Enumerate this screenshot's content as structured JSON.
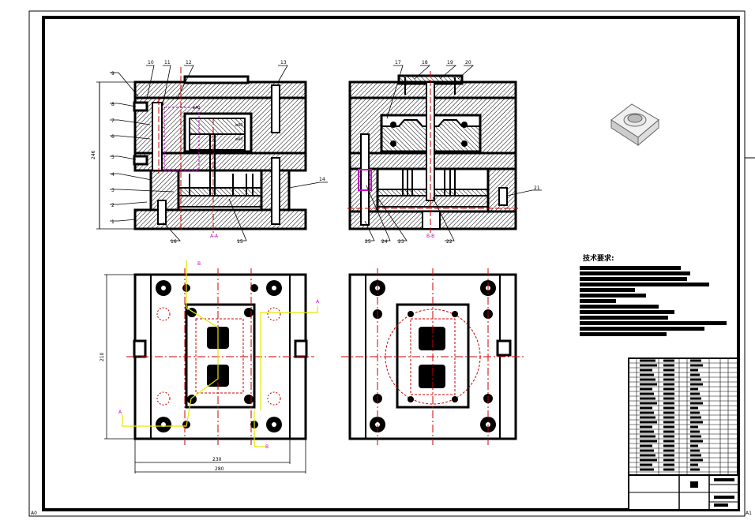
{
  "sheet": {
    "corner_label": "A0",
    "corner_label_right": "A1"
  },
  "top_left_view": {
    "part_numbers": [
      "1",
      "2",
      "3",
      "4",
      "5",
      "6",
      "7",
      "8",
      "9",
      "10",
      "11",
      "12",
      "13",
      "14",
      "15",
      "16"
    ],
    "section_label": "A-A",
    "height_dim": "246",
    "hatch_labels": [
      "ø40",
      "ø40",
      "ø40"
    ]
  },
  "top_right_view": {
    "part_numbers": [
      "17",
      "18",
      "19",
      "20",
      "21",
      "22",
      "23",
      "24",
      "25"
    ],
    "section_label": "B-B"
  },
  "plan_view": {
    "width_dim_inner": "230",
    "width_dim_outer": "280",
    "height_dim": "210",
    "cut_labels": [
      "B",
      "A",
      "A",
      "B"
    ]
  },
  "tech_requirements": {
    "title": "技术要求:"
  },
  "colors": {
    "line": "#000000",
    "hatch": "#000000",
    "center": "#cc0000",
    "leader": "#e6e600",
    "magenta": "#cc00cc",
    "red": "#ff0000"
  }
}
